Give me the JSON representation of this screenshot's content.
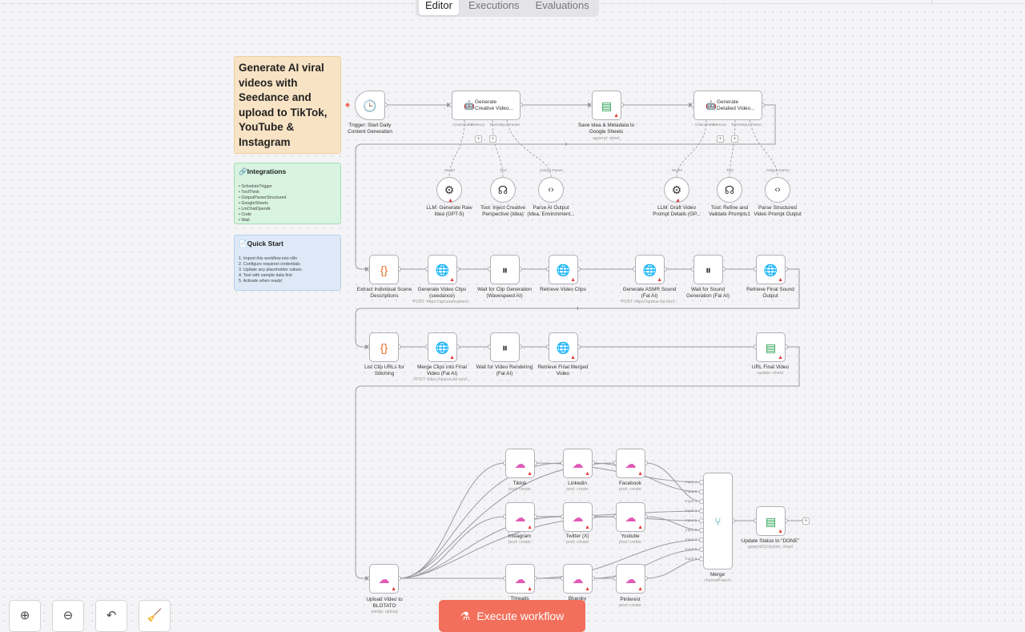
{
  "tabs": [
    {
      "label": "Editor"
    },
    {
      "label": "Executions"
    },
    {
      "label": "Evaluations"
    }
  ],
  "sticky_title": {
    "lines": [
      "Generate AI viral",
      "videos with",
      "Seedance and",
      "upload to TikTok,",
      "YouTube &",
      "Instagram"
    ]
  },
  "sticky_integrations": {
    "title": "🔗Integrations",
    "items": [
      "• ScheduleTrigger",
      "• ToolThink",
      "• OutputParserStructured",
      "• GoogleSheets",
      "• LmChatOpenAi",
      "• Code",
      "• Wait"
    ]
  },
  "sticky_quickstart": {
    "title": "📄Quick Start",
    "items": [
      "1. Import this workflow into n8n",
      "2. Configure required credentials",
      "3. Update any placeholder values",
      "4. Test with sample data first",
      "5. Activate when ready!"
    ]
  },
  "nodes": {
    "trigger": {
      "label1": "Trigger: Start Daily",
      "label2": "Content Generation"
    },
    "agent1": {
      "t1": "Generate",
      "t2": "Creative Video..."
    },
    "save_idea": {
      "label1": "Save Idea & Metadata to",
      "label2": "Google Sheets",
      "sub": "append: sheet"
    },
    "agent2": {
      "t1": "Generate",
      "t2": "Detailed Video..."
    },
    "llm1": {
      "label1": "LLM: Generate Raw",
      "label2": "Idea (GPT-5)"
    },
    "tool1": {
      "label1": "Tool: Inject Creative",
      "label2": "Perspective (Idea)"
    },
    "parse1": {
      "label1": "Parse AI Output",
      "label2": "(Idea, Environment..."
    },
    "llm2": {
      "label1": "LLM: Draft Video",
      "label2": "Prompt Details (GP..."
    },
    "tool2": {
      "label1": "Tool: Refine and",
      "label2": "Validate Prompts1"
    },
    "parse2": {
      "label1": "Parse Structured",
      "label2": "Video Prompt Output"
    },
    "extract": {
      "label1": "Extract Individual Scene",
      "label2": "Descriptions"
    },
    "gen_clips": {
      "label1": "Generate Video Clips",
      "label2": "(seedance)",
      "sub": "POST: https://api.wavespeed..."
    },
    "wait_clip": {
      "label1": "Wait for Clip Generation",
      "label2": "(Wavespeed AI)"
    },
    "retrieve_clips": {
      "label1": "Retrieve Video Clips",
      "label2": ""
    },
    "gen_asmr": {
      "label1": "Generate ASMR Sound",
      "label2": "(Fal AI)",
      "sub": "POST: https://queue.fal.run/f..."
    },
    "wait_sound": {
      "label1": "Wait for Sound",
      "label2": "Generation (Fal AI)"
    },
    "retrieve_sound": {
      "label1": "Retrieve Final Sound",
      "label2": "Output"
    },
    "list_clips": {
      "label1": "List Clip URLs for",
      "label2": "Stitching"
    },
    "merge_clips": {
      "label1": "Merge Clips into Final",
      "label2": "Video (Fal AI)",
      "sub": "POST: https://queue.fal.run/f..."
    },
    "wait_render": {
      "label1": "Wait for Video Rendering",
      "label2": "(Fal AI)"
    },
    "retrieve_merged": {
      "label1": "Retrieve Final Merged",
      "label2": "Video"
    },
    "url_final": {
      "label1": "URL Final Video",
      "label2": "",
      "sub": "update: sheet"
    },
    "upload": {
      "label1": "Upload Video to",
      "label2": "BLOTATO",
      "sub": "media: upload"
    },
    "tiktok": {
      "label1": "Tiktok",
      "label2": "",
      "sub": "post: create"
    },
    "linkedin": {
      "label1": "Linkedin",
      "label2": "",
      "sub": "post: create"
    },
    "facebook": {
      "label1": "Facebook",
      "label2": "",
      "sub": "post: create"
    },
    "instagram": {
      "label1": "Instagram",
      "label2": "",
      "sub": "post: create"
    },
    "twitter": {
      "label1": "Twitter (X)",
      "label2": "",
      "sub": "post: create"
    },
    "youtube": {
      "label1": "Youtube",
      "label2": "",
      "sub": "post: create"
    },
    "threads": {
      "label1": "Threads",
      "label2": ""
    },
    "bluesky": {
      "label1": "Bluesky",
      "label2": ""
    },
    "pinterest": {
      "label1": "Pinterest",
      "label2": "",
      "sub": "post: create"
    },
    "merge": {
      "label1": "Merge",
      "label2": "",
      "sub": "chooseBranch"
    },
    "update_status": {
      "label1": "Update Status to \"DONE\"",
      "label2": "",
      "sub": "appendOrUpdate: sheet"
    }
  },
  "ports": {
    "chat_model": "Chat Model",
    "memory": "Memory",
    "tool": "Tool",
    "output_parser": "Output Parser",
    "model": "Model",
    "input1": "Input 1",
    "input2": "Input 2",
    "input3": "Input 3",
    "input4": "Input 4",
    "input5": "Input 5",
    "input6": "Input 6",
    "input7": "Input 7",
    "input8": "Input 8",
    "input9": "Input 9"
  },
  "execute_button": {
    "label": "Execute workflow"
  },
  "controls": {
    "zoom_in": "zoom-in-icon",
    "zoom_out": "zoom-out-icon",
    "undo": "undo-icon",
    "tidy": "broom-icon"
  },
  "colors": {
    "accent": "#f26f5b",
    "warning": "#e53935",
    "sheets": "#1e9e4a",
    "http": "#3b5bdb",
    "code": "#e8692a",
    "blotato": "#e05ab6"
  }
}
